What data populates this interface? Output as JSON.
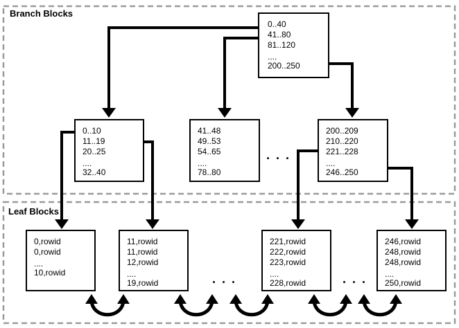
{
  "regions": {
    "branch": {
      "label": "Branch Blocks"
    },
    "leaf": {
      "label": "Leaf Blocks"
    }
  },
  "root_block": {
    "lines": [
      "0..40",
      "41..80",
      "81..120",
      "....",
      "200..250"
    ]
  },
  "branch_blocks": [
    {
      "lines": [
        "0..10",
        "11..19",
        "20..25",
        "....",
        "32..40"
      ]
    },
    {
      "lines": [
        "41..48",
        "49..53",
        "54..65",
        "....",
        "78..80"
      ]
    },
    {
      "lines": [
        "200..209",
        "210..220",
        "221..228",
        "....",
        "246..250"
      ]
    }
  ],
  "leaf_blocks": [
    {
      "lines": [
        "0,rowid",
        "0,rowid",
        "....",
        "10,rowid"
      ]
    },
    {
      "lines": [
        "11,rowid",
        "11,rowid",
        "12,rowid",
        "....",
        "19,rowid"
      ]
    },
    {
      "lines": [
        "221,rowid",
        "222,rowid",
        "223,rowid",
        "....",
        "228,rowid"
      ]
    },
    {
      "lines": [
        "246,rowid",
        "248,rowid",
        "248,rowid",
        "....",
        "250,rowid"
      ]
    }
  ],
  "ellipsis": {
    "branch": ". . .",
    "leaf_1": ". . .",
    "leaf_2": ". . ."
  },
  "colors": {
    "line": "#000000",
    "box_border": "#000000",
    "region_border": "#9a9a9a",
    "background": "#ffffff",
    "text": "#000000"
  }
}
